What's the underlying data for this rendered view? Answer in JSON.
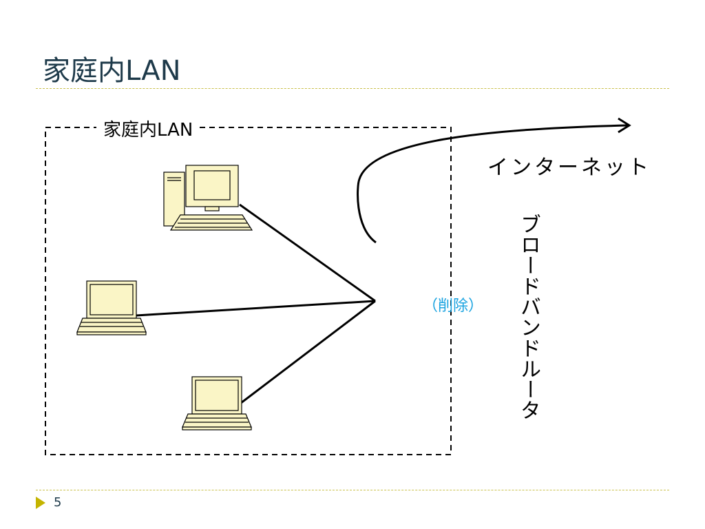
{
  "slide": {
    "title": "家庭内LAN",
    "page_number": "5"
  },
  "diagram": {
    "box_label": "家庭内LAN",
    "internet_label": "インターネット",
    "router_label": "ブロードバンドルータ",
    "deleted_note": "（削除）"
  },
  "colors": {
    "title": "#1e3a4a",
    "rule": "#c9c04a",
    "accent_arrow": "#c4b400",
    "note": "#1aa3e0",
    "device_fill": "#faf5c6"
  }
}
